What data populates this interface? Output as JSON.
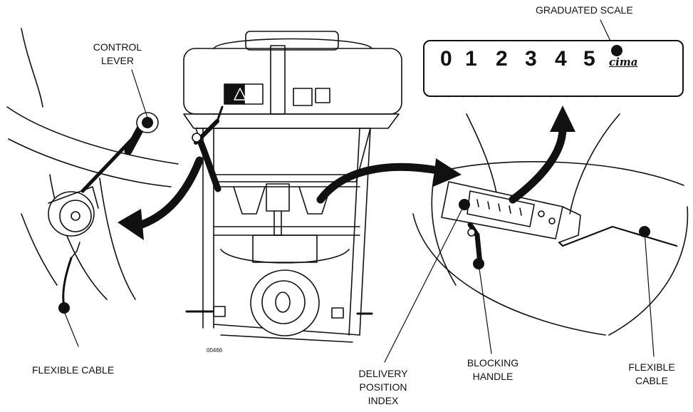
{
  "labels": {
    "graduated_scale": "GRADUATED SCALE",
    "control_lever": [
      "CONTROL",
      "LEVER"
    ],
    "flexible_cable_left": "FLEXIBLE CABLE",
    "delivery_position_index": [
      "DELIVERY",
      "POSITION",
      "INDEX"
    ],
    "blocking_handle": [
      "BLOCKING",
      "HANDLE"
    ],
    "flexible_cable_right": [
      "FLEXIBLE",
      "CABLE"
    ]
  },
  "scale": {
    "digits": [
      "0",
      "1",
      "2",
      "3",
      "4",
      "5"
    ],
    "brand": "cima"
  },
  "figure_ref": "00466",
  "colors": {
    "ink": "#111111",
    "paper": "#ffffff"
  }
}
